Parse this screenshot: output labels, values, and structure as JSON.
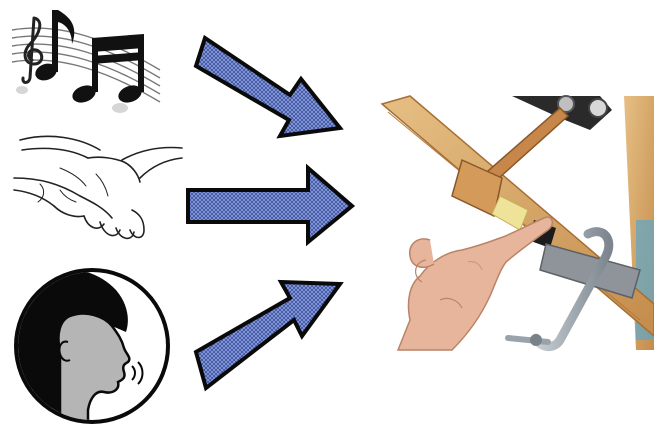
{
  "diagram": {
    "inputs": [
      {
        "name": "music",
        "icon": "music-notes-icon"
      },
      {
        "name": "touch",
        "icon": "handshake-icon"
      },
      {
        "name": "speech",
        "icon": "speaking-head-icon"
      }
    ],
    "output": {
      "name": "finger-touching-wooden-device",
      "icon": "finger-device-photo"
    },
    "colors": {
      "arrow_fill": "#3b4e9c",
      "arrow_outline": "#0a0a0a",
      "wood": "#d9a86a",
      "clamp": "#9aa3ab",
      "skin": "#e7b59b"
    }
  }
}
